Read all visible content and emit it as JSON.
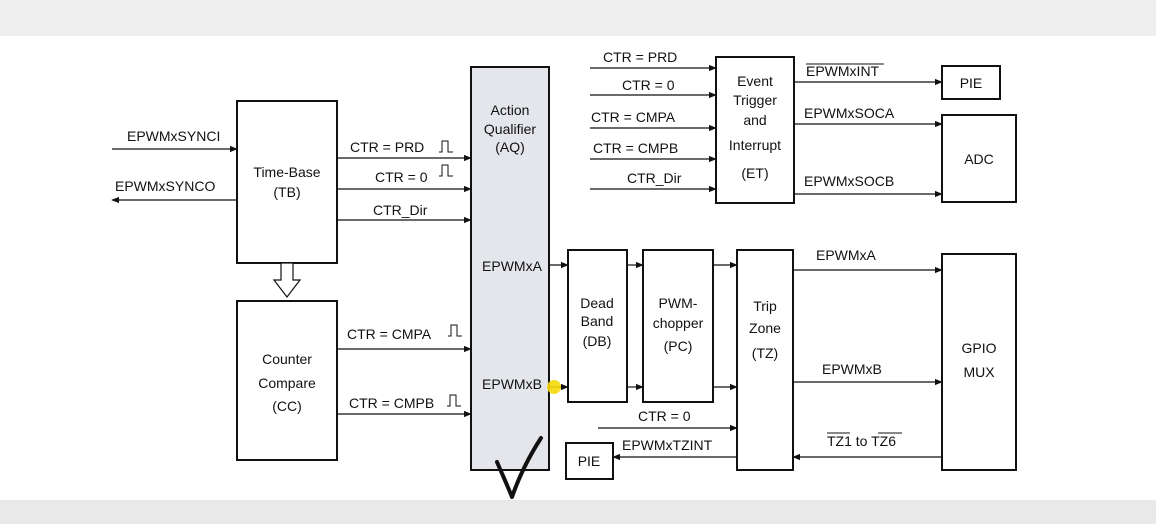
{
  "blocks": {
    "time_base": [
      "Time-Base",
      "(TB)"
    ],
    "counter_compare": [
      "Counter",
      "Compare",
      "(CC)"
    ],
    "action_qualifier": [
      "Action",
      "Qualifier",
      "(AQ)"
    ],
    "event_trigger": [
      "Event",
      "Trigger",
      "and",
      "Interrupt",
      "(ET)"
    ],
    "dead_band": [
      "Dead",
      "Band",
      "(DB)"
    ],
    "pwm_chopper": [
      "PWM-",
      "chopper",
      "(PC)"
    ],
    "trip_zone": [
      "Trip",
      "Zone",
      "(TZ)"
    ],
    "pie_top": "PIE",
    "adc": "ADC",
    "gpio_mux": [
      "GPIO",
      "MUX"
    ],
    "pie_bottom": "PIE"
  },
  "signals": {
    "epwm_synci": "EPWMxSYNCI",
    "epwm_synco": "EPWMxSYNCO",
    "tb_ctr_prd": "CTR = PRD",
    "tb_ctr_zero": "CTR = 0",
    "tb_ctr_dir": "CTR_Dir",
    "cc_ctr_cmpa": "CTR = CMPA",
    "cc_ctr_cmpb": "CTR = CMPB",
    "aq_epwmxa": "EPWMxA",
    "aq_epwmxb": "EPWMxB",
    "et_ctr_prd": "CTR = PRD",
    "et_ctr_zero": "CTR =  0",
    "et_ctr_cmpa": "CTR = CMPA",
    "et_ctr_cmpb": "CTR = CMPB",
    "et_ctr_dir": "CTR_Dir",
    "epwm_int": "EPWMxINT",
    "epwm_soca": "EPWMxSOCA",
    "epwm_socb": "EPWMxSOCB",
    "tz_epwmxa": "EPWMxA",
    "tz_epwmxb": "EPWMxB",
    "tz_ctr_zero": "CTR = 0",
    "epwm_tzint": "EPWMxTZINT",
    "tz1_label": "TZ1",
    "tz_to": " to ",
    "tz6_label": "TZ6"
  },
  "colors": {
    "aq_fill": "#e4e6ec",
    "cursor": "#f5d90a",
    "ink": "#111111"
  }
}
